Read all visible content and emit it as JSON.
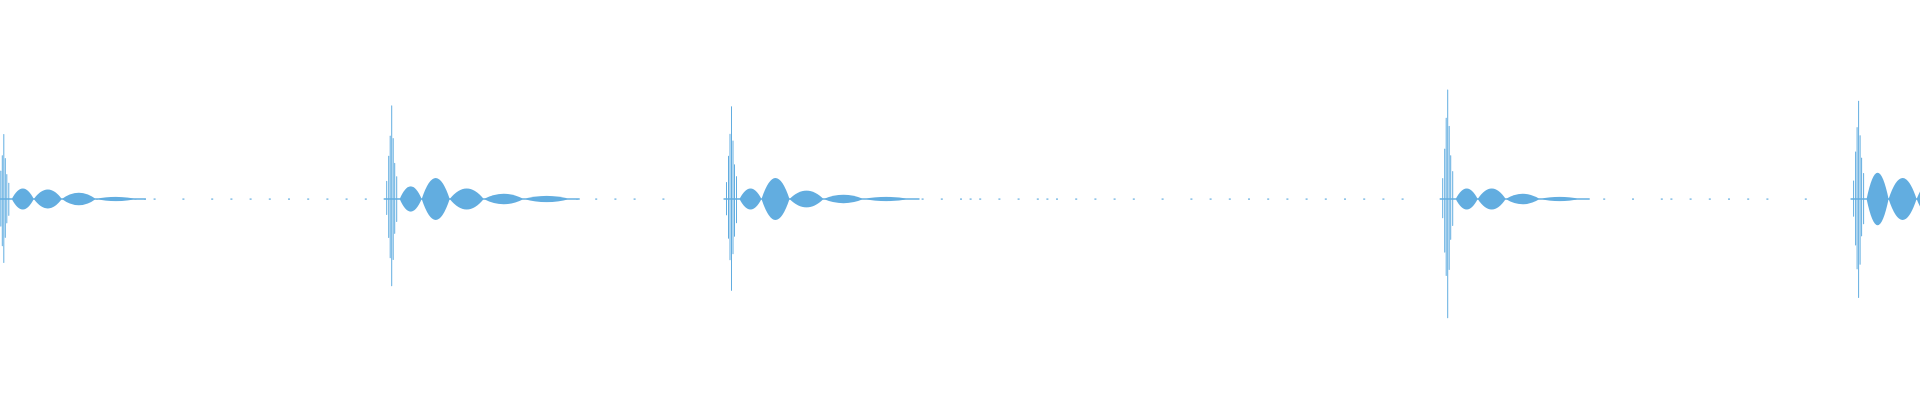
{
  "chart_data": {
    "type": "area",
    "title": "",
    "xlabel": "",
    "ylabel": "",
    "grid": false,
    "legend": "none",
    "ylim": [
      -1,
      1
    ],
    "xlim": [
      0,
      1
    ],
    "colors": {
      "waveform": "#62ade0",
      "background": "#ffffff"
    },
    "baseline": 0,
    "series": [
      {
        "peaks": [
          {
            "t": 0.002,
            "spike": 0.68,
            "lobes": [
              0.1,
              0.09,
              0.06,
              0.02
            ]
          },
          {
            "t": 0.204,
            "spike": 0.98,
            "lobes": [
              0.12,
              0.2,
              0.1,
              0.05,
              0.03
            ]
          },
          {
            "t": 0.381,
            "spike": 0.98,
            "lobes": [
              0.1,
              0.2,
              0.08,
              0.04,
              0.02
            ]
          },
          {
            "t": 0.754,
            "spike": 1.2,
            "lobes": [
              0.1,
              0.1,
              0.05,
              0.02
            ]
          },
          {
            "t": 0.968,
            "spike": 1.08,
            "lobes": [
              0.25,
              0.2,
              0.2,
              0.12
            ]
          }
        ],
        "dots": [
          0.03,
          0.04,
          0.05,
          0.06,
          0.065,
          0.07,
          0.075,
          0.08,
          0.095,
          0.11,
          0.12,
          0.13,
          0.14,
          0.15,
          0.16,
          0.17,
          0.18,
          0.19,
          0.28,
          0.29,
          0.3,
          0.31,
          0.32,
          0.33,
          0.345,
          0.455,
          0.47,
          0.48,
          0.49,
          0.5,
          0.505,
          0.51,
          0.52,
          0.53,
          0.54,
          0.545,
          0.55,
          0.56,
          0.57,
          0.58,
          0.59,
          0.605,
          0.62,
          0.63,
          0.64,
          0.65,
          0.66,
          0.67,
          0.68,
          0.69,
          0.7,
          0.71,
          0.72,
          0.73,
          0.78,
          0.8,
          0.805,
          0.82,
          0.835,
          0.85,
          0.865,
          0.87,
          0.88,
          0.89,
          0.9,
          0.91,
          0.92,
          0.94
        ]
      }
    ]
  }
}
